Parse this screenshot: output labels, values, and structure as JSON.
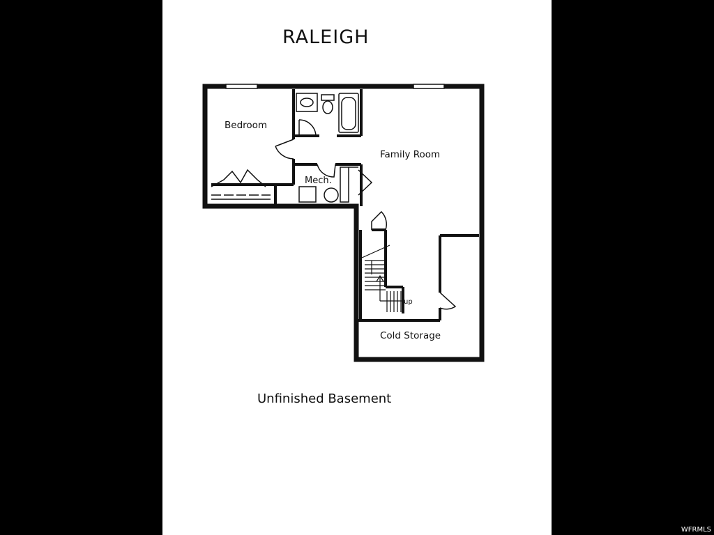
{
  "plan": {
    "title": "RALEIGH",
    "caption": "Unfinished Basement",
    "rooms": {
      "bedroom": "Bedroom",
      "family_room": "Family Room",
      "mechanical": "Mech.",
      "cold_storage": "Cold Storage"
    },
    "stair_direction": "up"
  },
  "watermark": "WFRMLS",
  "colors": {
    "frame": "#000000",
    "sheet": "#ffffff",
    "ink": "#111111"
  }
}
